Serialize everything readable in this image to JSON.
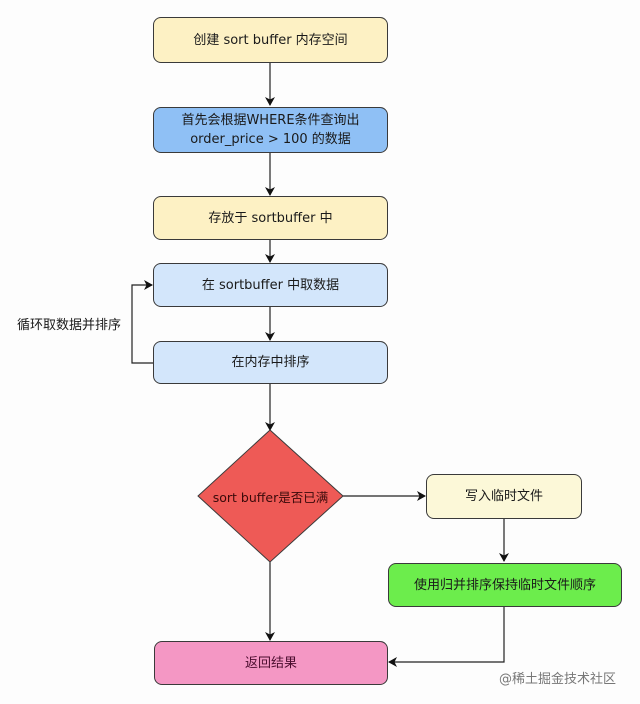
{
  "nodes": {
    "create_buffer": {
      "label": "创建 sort buffer 内存空间",
      "color": "#fdf1c4"
    },
    "query_where": {
      "label_line1": "首先会根据WHERE条件查询出",
      "label_line2": "order_price > 100 的数据",
      "color": "#8fc0f5"
    },
    "store_buffer": {
      "label": "存放于 sortbuffer 中",
      "color": "#fdf1c4"
    },
    "fetch_buffer": {
      "label": "在 sortbuffer 中取数据",
      "color": "#d3e6fb"
    },
    "sort_memory": {
      "label": "在内存中排序",
      "color": "#d3e6fb"
    },
    "decision_full": {
      "label": "sort buffer是否已满",
      "color": "#ee5a56"
    },
    "write_temp": {
      "label": "写入临时文件",
      "color": "#fcf8d8"
    },
    "merge_sort": {
      "label": "使用归并排序保持临时文件顺序",
      "color": "#6ced4c"
    },
    "return_result": {
      "label": "返回结果",
      "color": "#f497c4"
    }
  },
  "loop_label": "循环取数据并排序",
  "watermark": "@稀土掘金技术社区"
}
